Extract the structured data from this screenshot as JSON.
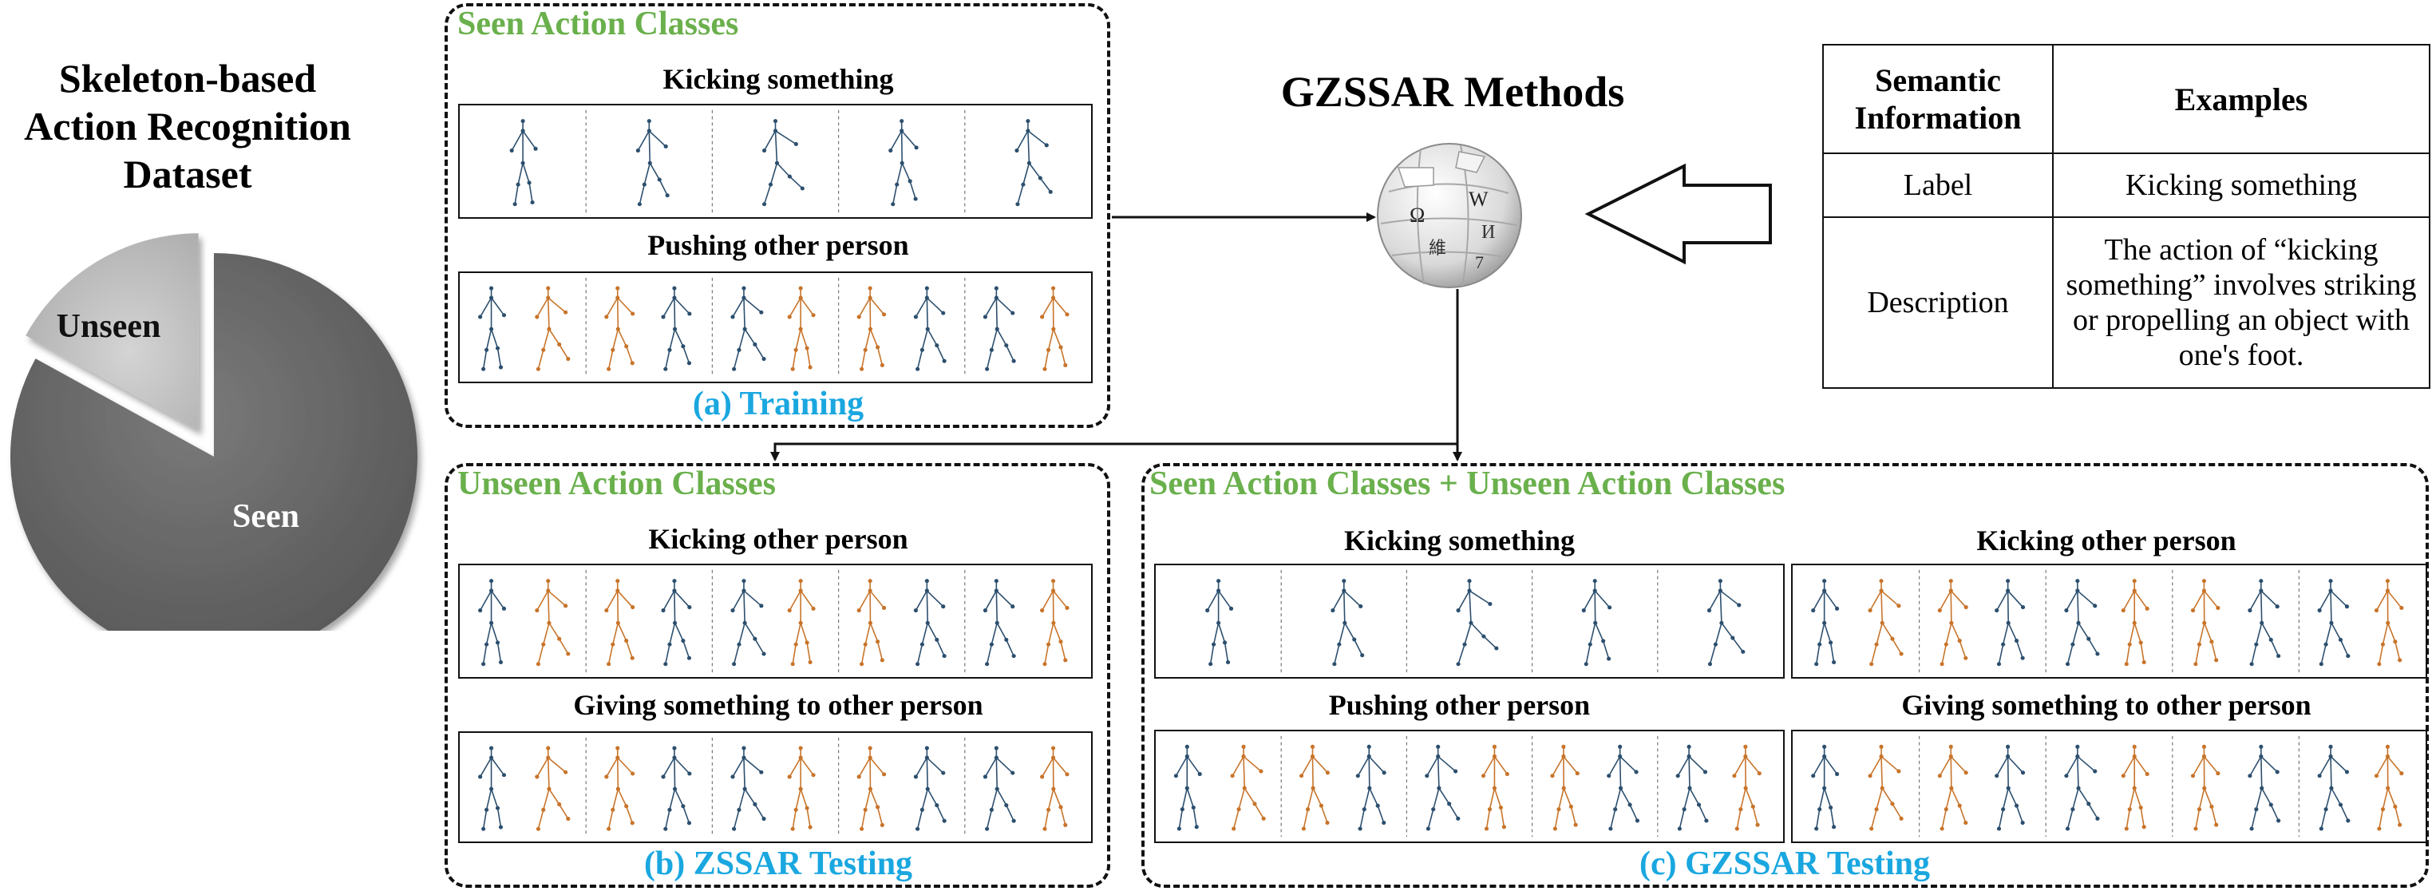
{
  "dataset": {
    "title_lines": [
      "Skeleton-based",
      "Action Recognition",
      "Dataset"
    ],
    "pie": {
      "unseen_label": "Unseen",
      "seen_label": "Seen",
      "unseen_share": 0.17,
      "seen_share": 0.83,
      "unseen_color": "#bdbdbd",
      "seen_color": "#666666"
    }
  },
  "training": {
    "group_title": "Seen Action Classes",
    "classes": [
      "Kicking something",
      "Pushing other person"
    ],
    "caption": "(a) Training"
  },
  "zssar": {
    "group_title": "Unseen Action Classes",
    "classes": [
      "Kicking other person",
      "Giving something to other person"
    ],
    "caption": "(b) ZSSAR Testing"
  },
  "gzssar": {
    "group_title": "Seen Action Classes + Unseen Action Classes",
    "classes": [
      "Kicking something",
      "Kicking other person",
      "Pushing other person",
      "Giving something to other person"
    ],
    "caption": "(c) GZSSAR Testing"
  },
  "method": {
    "title": "GZSSAR Methods",
    "globe_glyphs": [
      "W",
      "Ω",
      "И",
      "維",
      "7"
    ]
  },
  "semantic_table": {
    "headers": [
      "Semantic Information",
      "Examples"
    ],
    "rows": [
      {
        "type": "Label",
        "example": "Kicking something"
      },
      {
        "type": "Description",
        "example": "The action of “kicking something” involves striking or propelling an object with one's foot."
      }
    ]
  },
  "colors": {
    "green_title": "#6ab04c",
    "blue_caption": "#1aa7e0",
    "skeleton_blue": "#2c4f6e",
    "skeleton_orange": "#c8742a"
  }
}
